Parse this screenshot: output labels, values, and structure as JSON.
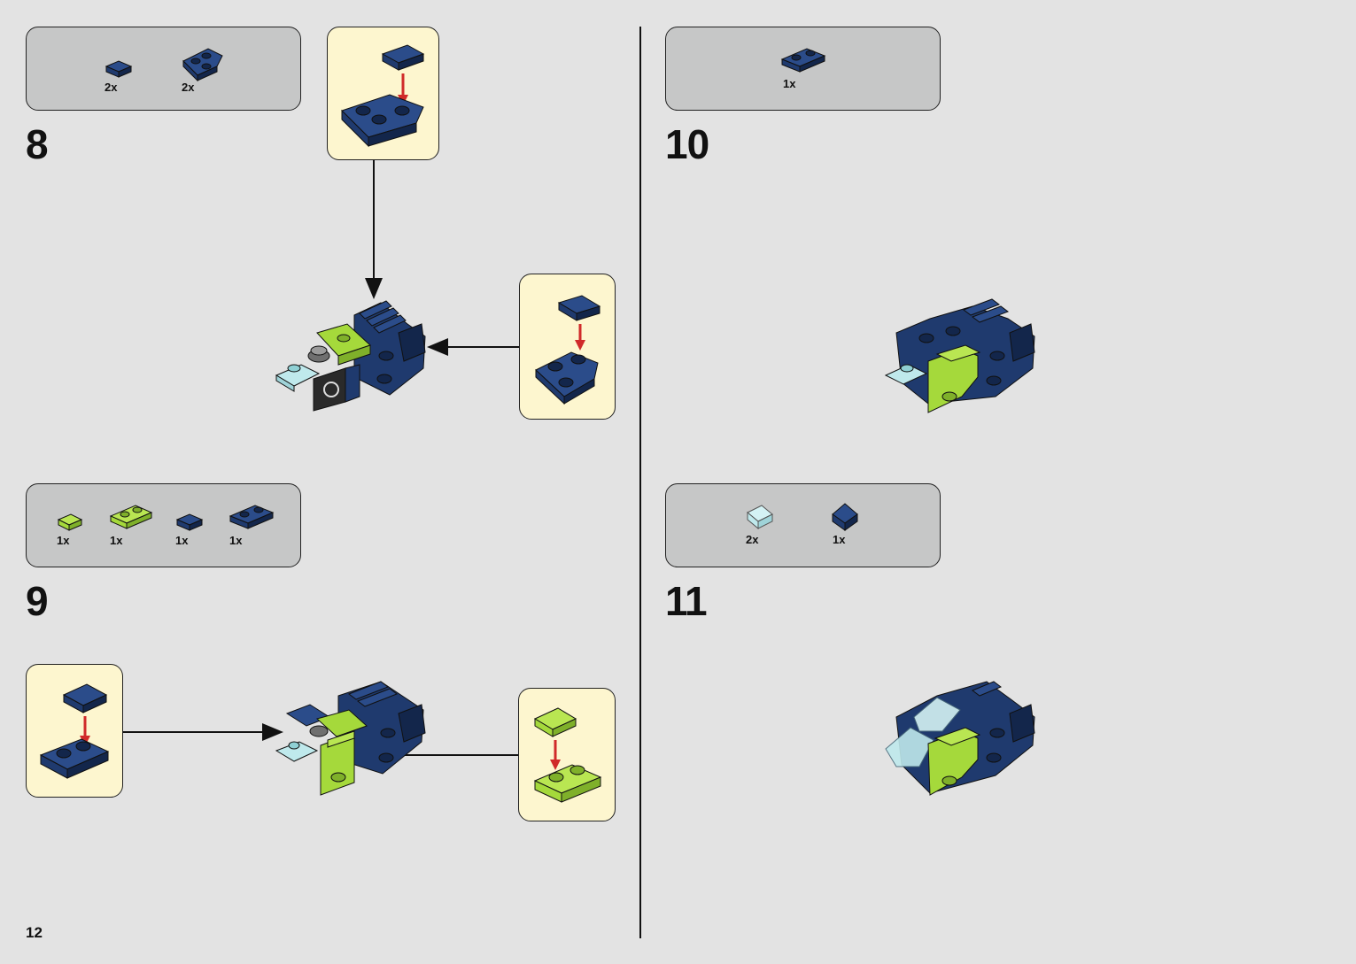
{
  "page": {
    "number": "12"
  },
  "colors": {
    "dark_blue": "#1f3a6e",
    "dark_blue_shadow": "#13264b",
    "lime": "#a5d93b",
    "trans_light_blue": "#bfe9ec",
    "arrow_red": "#d02a2a",
    "callout_bg": "#fdf6cf",
    "parts_bg": "#c6c7c7"
  },
  "steps": [
    {
      "number": "8",
      "parts": [
        {
          "name": "plate-1x1-dark-blue",
          "qty": "2x"
        },
        {
          "name": "wedge-plate-2x2-dark-blue",
          "qty": "2x"
        }
      ]
    },
    {
      "number": "9",
      "parts": [
        {
          "name": "tile-1x1-lime",
          "qty": "1x"
        },
        {
          "name": "plate-1x2-lime",
          "qty": "1x"
        },
        {
          "name": "tile-1x1-dark-blue",
          "qty": "1x"
        },
        {
          "name": "plate-1x2-dark-blue",
          "qty": "1x"
        }
      ]
    },
    {
      "number": "10",
      "parts": [
        {
          "name": "plate-1x2-dark-blue",
          "qty": "1x"
        }
      ]
    },
    {
      "number": "11",
      "parts": [
        {
          "name": "slope-trans-light-blue",
          "qty": "2x"
        },
        {
          "name": "slope-dark-blue",
          "qty": "1x"
        }
      ]
    }
  ]
}
